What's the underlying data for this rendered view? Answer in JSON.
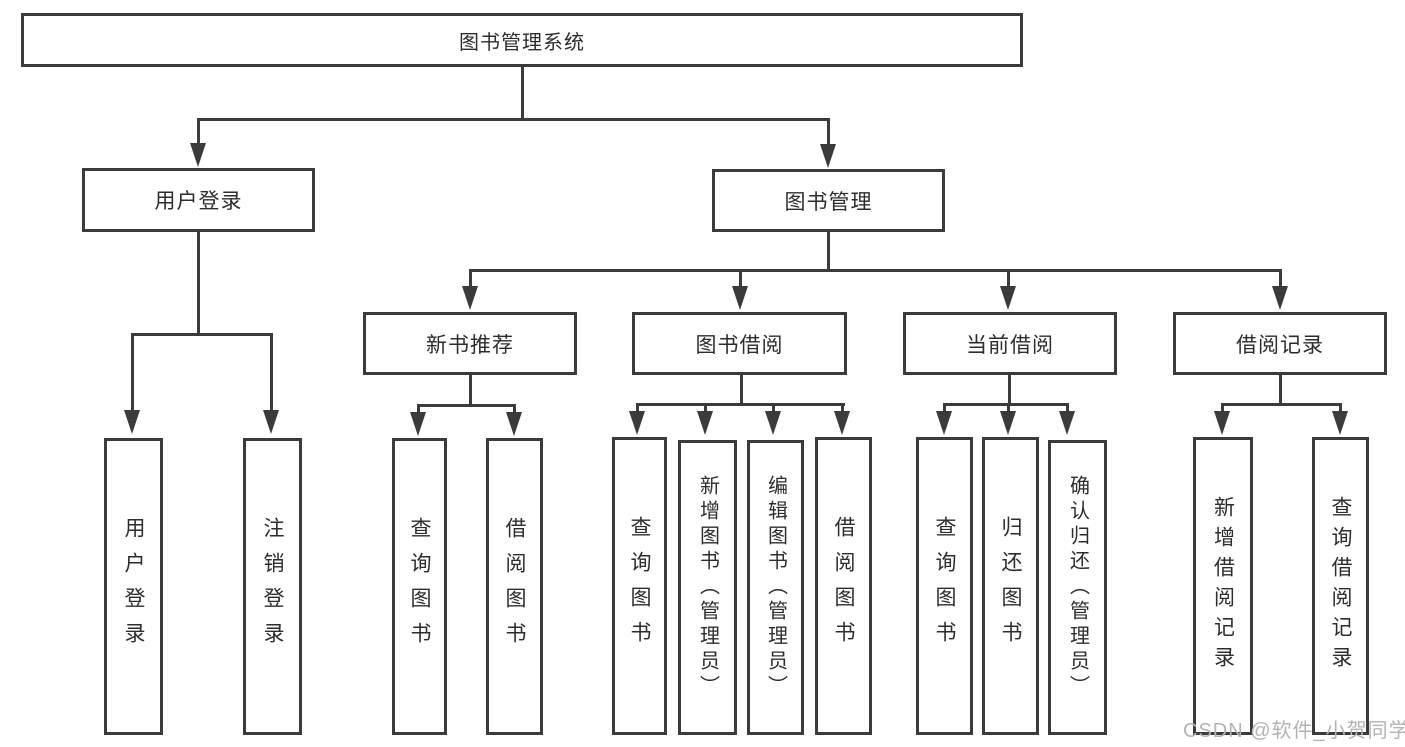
{
  "diagram": {
    "title": "图书管理系统",
    "branches": {
      "user_login": {
        "label": "用户登录",
        "children": {
          "login": {
            "label": "用户登录"
          },
          "logout": {
            "label": "注销登录"
          }
        }
      },
      "book_management": {
        "label": "图书管理",
        "sections": {
          "new_books": {
            "label": "新书推荐",
            "children": {
              "query": {
                "label": "查询图书"
              },
              "borrow": {
                "label": "借阅图书"
              }
            }
          },
          "borrowing": {
            "label": "图书借阅",
            "children": {
              "query": {
                "label": "查询图书"
              },
              "add": {
                "label": "新增图书（管理员）"
              },
              "edit": {
                "label": "编辑图书（管理员）"
              },
              "borrow": {
                "label": "借阅图书"
              }
            }
          },
          "current": {
            "label": "当前借阅",
            "children": {
              "query": {
                "label": "查询图书"
              },
              "return": {
                "label": "归还图书"
              },
              "confirm": {
                "label": "确认归还（管理员）"
              }
            }
          },
          "records": {
            "label": "借阅记录",
            "children": {
              "add": {
                "label": "新增借阅记录"
              },
              "query": {
                "label": "查询借阅记录"
              }
            }
          }
        }
      }
    }
  },
  "watermark": {
    "text": "CSDN @软件_小贺同学"
  },
  "colors": {
    "line": "#3b3b3b",
    "box_border": "#3b3b3b",
    "text": "#2d2d2d",
    "watermark": "#b3b3b3",
    "background": "#ffffff"
  }
}
